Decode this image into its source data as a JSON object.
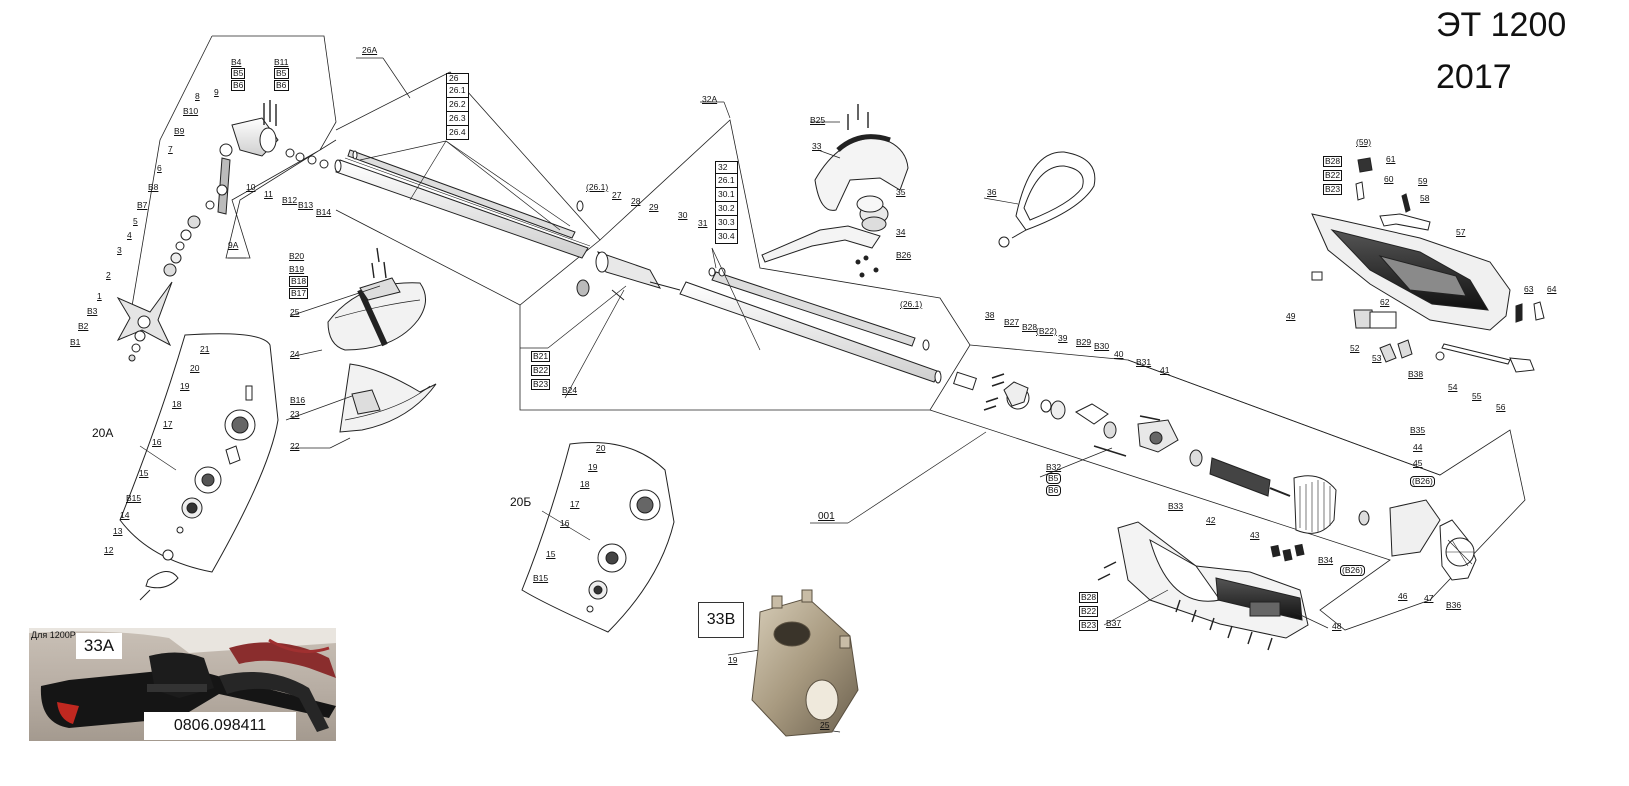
{
  "title": {
    "model": "ЭТ 1200",
    "year": "2017"
  },
  "photo": {
    "note": "Для 1200Р",
    "part": "33А",
    "code": "0806.098411"
  },
  "inset_33b": {
    "label": "33В",
    "parts": [
      "19",
      "25"
    ]
  },
  "callouts": {
    "c26a": "26А",
    "c32a": "32А",
    "c9a": "9А",
    "c20a": "20А",
    "c20b": "20Б",
    "c001": "001",
    "g26": [
      "26",
      "26.1",
      "26.2",
      "26.3",
      "26.4"
    ],
    "g32": [
      "32",
      "26.1",
      "30.1",
      "30.2",
      "30.3",
      "30.4"
    ],
    "g_b4": [
      "В4",
      "В5",
      "В6"
    ],
    "g_b11": [
      "В11",
      "В5",
      "В6"
    ],
    "g_b20": [
      "В20",
      "В19",
      "В18",
      "В17"
    ],
    "g_b21": [
      "В21",
      "В22",
      "В23"
    ],
    "g_b28l": [
      "В28",
      "В22",
      "В23"
    ],
    "g_b28r": [
      "В28",
      "В22",
      "В23"
    ],
    "g_b32": [
      "В32",
      "В5",
      "В6"
    ],
    "g_59": [
      "59",
      "61"
    ],
    "n": {
      "p8": "8",
      "p9": "9",
      "pb10": "В10",
      "pb9": "В9",
      "p7": "7",
      "p6": "6",
      "pb8": "В8",
      "pb7": "В7",
      "p5": "5",
      "p4": "4",
      "p3": "3",
      "p2": "2",
      "p1": "1",
      "pb3": "В3",
      "pb2": "В2",
      "pb1": "В1",
      "p10": "10",
      "p11": "11",
      "pb12": "В12",
      "pb13": "В13",
      "pb14": "В14",
      "p261a": "(26.1)",
      "p27": "27",
      "p28": "28",
      "p29": "29",
      "p30": "30",
      "p31": "31",
      "pb24": "В24",
      "p25": "25",
      "p24": "24",
      "pb16": "В16",
      "p23": "23",
      "p22": "22",
      "p21": "21",
      "p20": "20",
      "p19": "19",
      "p18": "18",
      "p16": "16",
      "p17": "17",
      "p15": "15",
      "pb15": "В15",
      "p14": "14",
      "p13": "13",
      "p12": "12",
      "q20": "20",
      "q19": "19",
      "q18": "18",
      "q17": "17",
      "q16": "16",
      "q15": "15",
      "qb15": "В15",
      "pb25": "В25",
      "p33": "33",
      "p35": "35",
      "p34": "34",
      "pb26": "В26",
      "p36": "36",
      "p261b": "(26.1)",
      "p38": "38",
      "pb27": "В27",
      "pb28": "В28",
      "pb22": "(В22)",
      "p39": "39",
      "pb29": "В29",
      "pb30": "В30",
      "p40": "40",
      "pb31": "В31",
      "p41": "41",
      "pb33": "В33",
      "p42": "42",
      "p43": "43",
      "pb34": "В34",
      "pb26b": "(В26)",
      "pb35": "В35",
      "p44": "44",
      "p45": "45",
      "pb26c": "(В26)",
      "p46": "46",
      "p47": "47",
      "pb36": "В36",
      "pb37": "В37",
      "p48": "48",
      "p49": "49",
      "p52": "52",
      "p53": "53",
      "p62": "62",
      "pb38": "В38",
      "p54": "54",
      "p55": "55",
      "p56": "56",
      "p57": "57",
      "p60": "60",
      "p59": "59",
      "p58": "58",
      "p63": "63",
      "p64": "64",
      "p59b": "(59)"
    }
  }
}
